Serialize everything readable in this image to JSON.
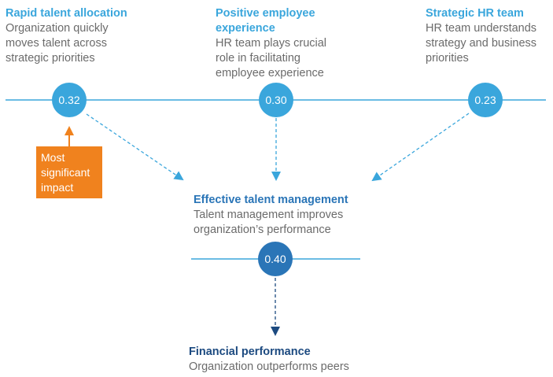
{
  "colors": {
    "light_blue": "#3aa6dc",
    "mid_blue": "#2a75b7",
    "dark_blue": "#1c4a80",
    "orange": "#f0821e",
    "gray_text": "#6b6b6b"
  },
  "drivers": [
    {
      "title": "Rapid talent allocation",
      "description_lines": [
        "Organization quickly",
        "moves talent across",
        "strategic priorities"
      ],
      "value": "0.32"
    },
    {
      "title_lines": [
        "Positive employee",
        "experience"
      ],
      "description_lines": [
        "HR team plays crucial",
        "role in facilitating",
        "employee experience"
      ],
      "value": "0.30"
    },
    {
      "title": "Strategic HR team",
      "description_lines": [
        "HR team understands",
        "strategy and business",
        "priorities"
      ],
      "value": "0.23"
    }
  ],
  "callout": {
    "lines": [
      "Most",
      "significant",
      "impact"
    ]
  },
  "outcome": {
    "title": "Effective talent management",
    "description_lines": [
      "Talent management improves",
      "organization’s performance"
    ],
    "value": "0.40"
  },
  "result": {
    "title": "Financial performance",
    "description": "Organization outperforms peers"
  }
}
